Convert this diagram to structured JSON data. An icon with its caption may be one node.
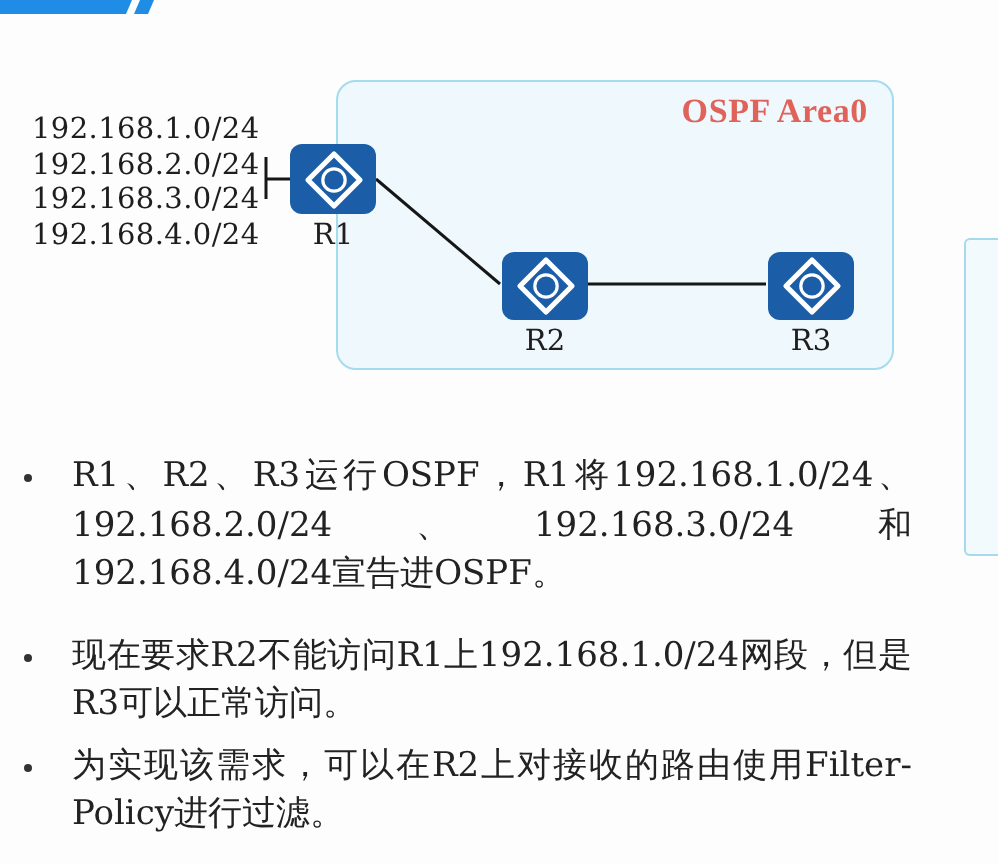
{
  "diagram": {
    "nodes": [
      {
        "text": [
          "OSPF Area0"
        ]
      },
      {
        "text": [
          "192.168.1.0/24",
          "192.168.2.0/24",
          "192.168.3.0/24",
          "192.168.4.0/24"
        ]
      },
      {
        "text": [],
        "shape": "picture",
        "beside": [
          "R1"
        ]
      },
      {
        "text": [],
        "shape": "picture",
        "beside": [
          "R2"
        ],
        "in": 0
      },
      {
        "text": [],
        "shape": "picture",
        "beside": [
          "R3"
        ],
        "in": 0
      }
    ],
    "edges": [
      {
        "from": 1,
        "to": 2,
        "arrow": "none"
      },
      {
        "from": 2,
        "to": 3,
        "arrow": "none"
      },
      {
        "from": 3,
        "to": 4,
        "arrow": "none"
      }
    ],
    "labels": [
      "R1、R2、R3运行OSPF，R1将192.168.1.0/24、192.168.2.0/24、192.168.3.0/24和192.168.4.0/24宣告进OSPF。",
      "现在要求R2不能访问R1上192.168.1.0/24网段，但是R3可以正常访问。",
      "为实现该需求，可以在R2上对接收的路由使用Filter-Policy进行过滤。"
    ]
  }
}
